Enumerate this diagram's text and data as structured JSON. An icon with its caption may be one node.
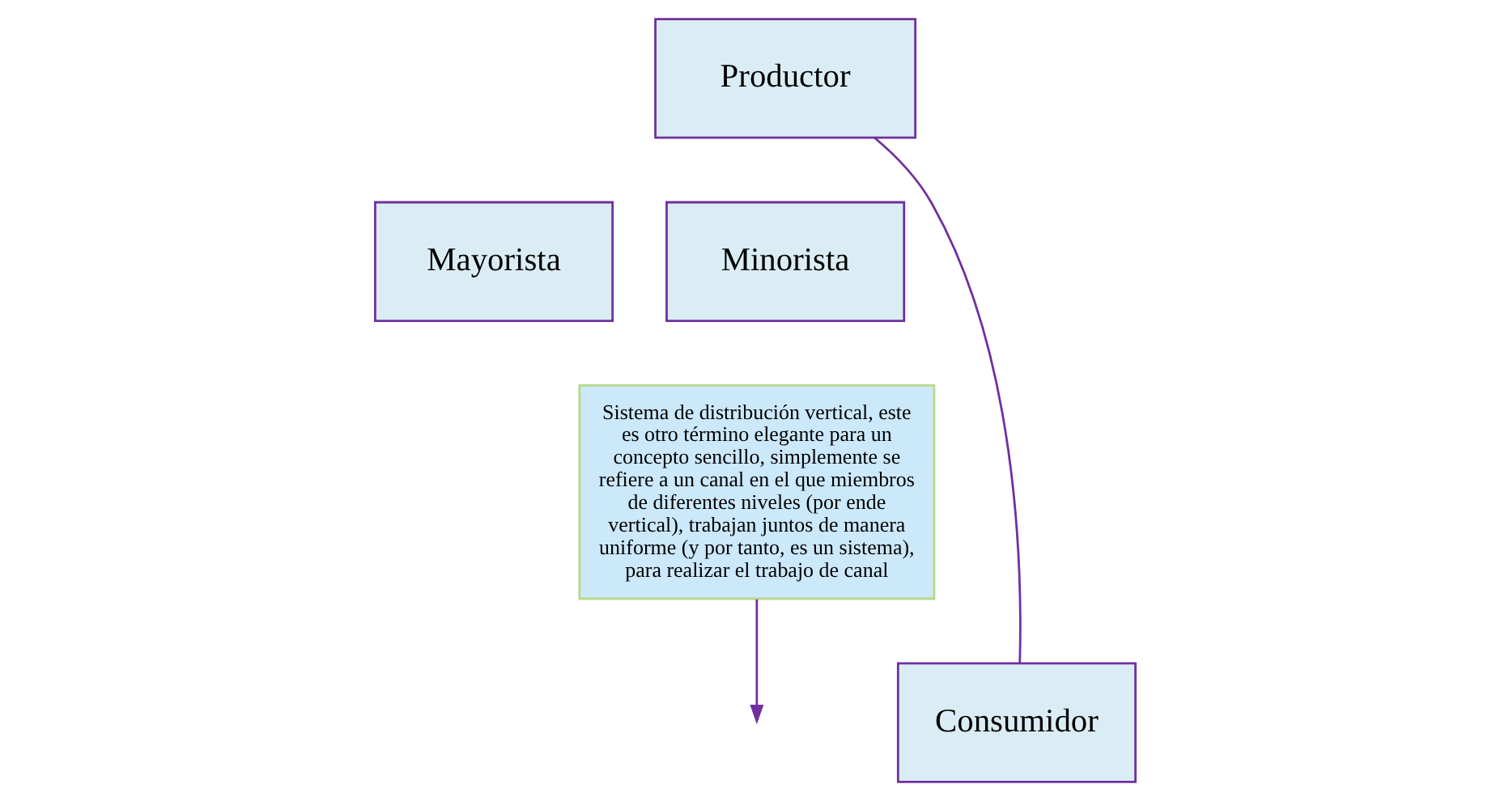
{
  "diagram": {
    "nodes": [
      {
        "text": [
          "Productor"
        ]
      },
      {
        "text": [
          "Mayorista"
        ]
      },
      {
        "text": [
          "Minorista"
        ]
      },
      {
        "text": [
          "Consumidor"
        ]
      },
      {
        "text": [
          "Sistema de distribución vertical, este es otro término elegante para un concepto sencillo, simplemente se refiere a un canal en el que miembros de diferentes niveles (por ende vertical), trabajan juntos de manera uniforme (y por tanto, es un sistema), para realizar el trabajo de canal"
        ]
      }
    ],
    "edges": [
      {
        "from": 0,
        "to": 3,
        "arrow": "none"
      },
      {
        "from": 4,
        "to": null,
        "arrow": "to"
      }
    ]
  }
}
